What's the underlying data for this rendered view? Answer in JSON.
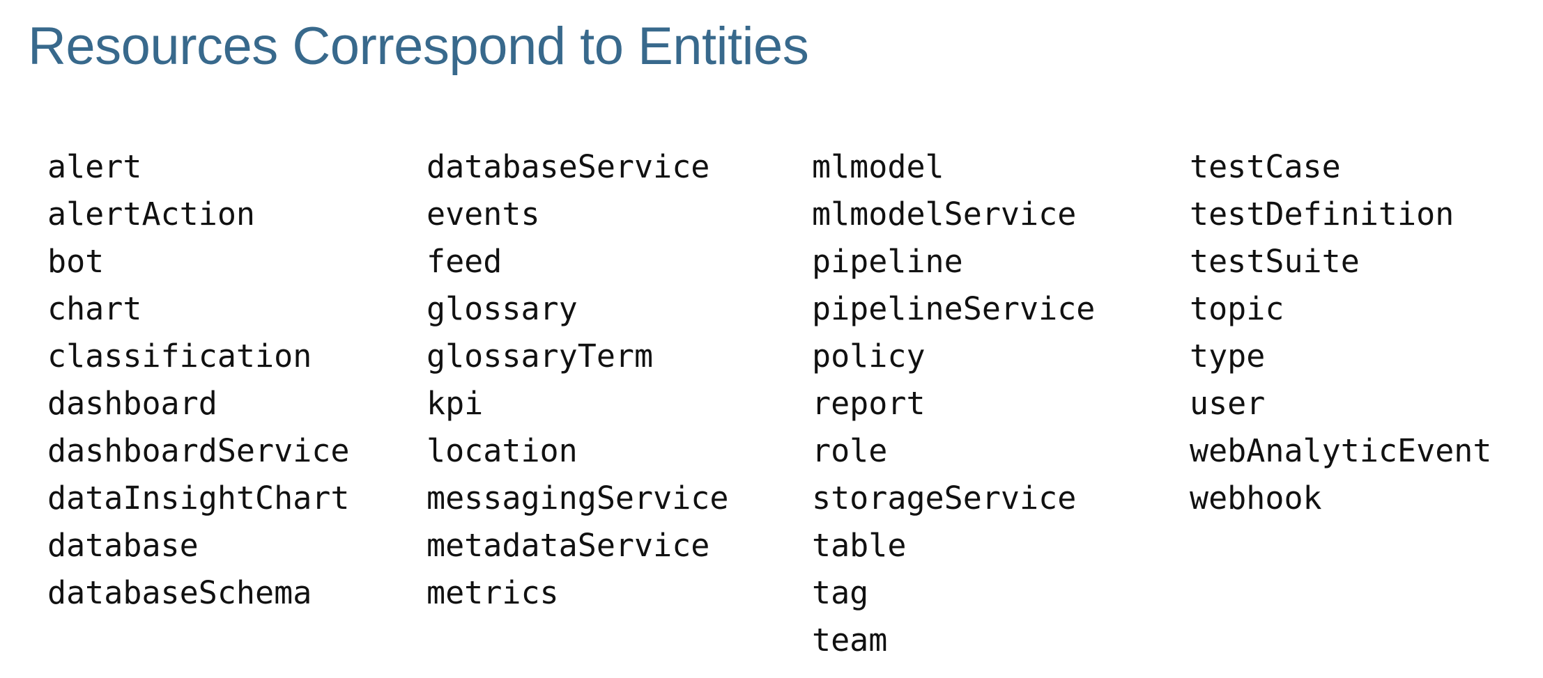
{
  "page": {
    "title": "Resources Correspond to Entities",
    "title_color": "#38698C",
    "text_color": "#111111",
    "background": "#ffffff"
  },
  "resources": {
    "columns": [
      {
        "items": [
          "alert",
          "alertAction",
          "bot",
          "chart",
          "classification",
          "dashboard",
          "dashboardService",
          "dataInsightChart",
          "database",
          "databaseSchema"
        ]
      },
      {
        "items": [
          "databaseService",
          "events",
          "feed",
          "glossary",
          "glossaryTerm",
          "kpi",
          "location",
          "messagingService",
          "metadataService",
          "metrics"
        ]
      },
      {
        "items": [
          "mlmodel",
          "mlmodelService",
          "pipeline",
          "pipelineService",
          "policy",
          "report",
          "role",
          "storageService",
          "table",
          "tag",
          "team"
        ]
      },
      {
        "items": [
          "testCase",
          "testDefinition",
          "testSuite",
          "topic",
          "type",
          "user",
          "webAnalyticEvent",
          "webhook"
        ]
      }
    ]
  }
}
